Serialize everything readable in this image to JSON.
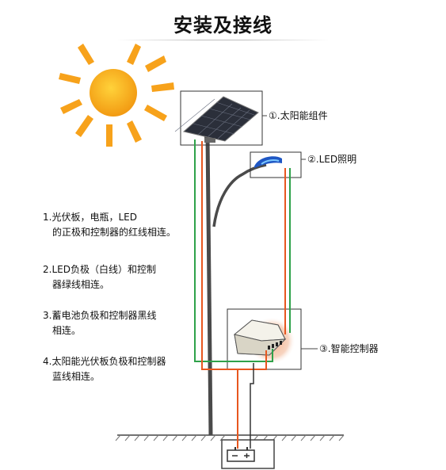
{
  "title": "安装及接线",
  "components": {
    "panel": "①.太阳能组件",
    "led": "②.LED照明",
    "controller": "③.智能控制器"
  },
  "notes": [
    {
      "line1": "1.光伏板，电瓶，LED",
      "line2": "的正极和控制器的红线相连。"
    },
    {
      "line1": "2.LED负极（白线）和控制",
      "line2": "器绿线相连。"
    },
    {
      "line1": "3.蓄电池负极和控制器黑线",
      "line2": "相连。"
    },
    {
      "line1": "4.太阳能光伏板负极和控制器",
      "line2": "蓝线相连。"
    }
  ],
  "colors": {
    "red_wire": "#e8571f",
    "green_wire": "#2fa24a",
    "black_wire": "#333333",
    "pole": "#4a4a4a",
    "sun": "#f7a21b"
  }
}
